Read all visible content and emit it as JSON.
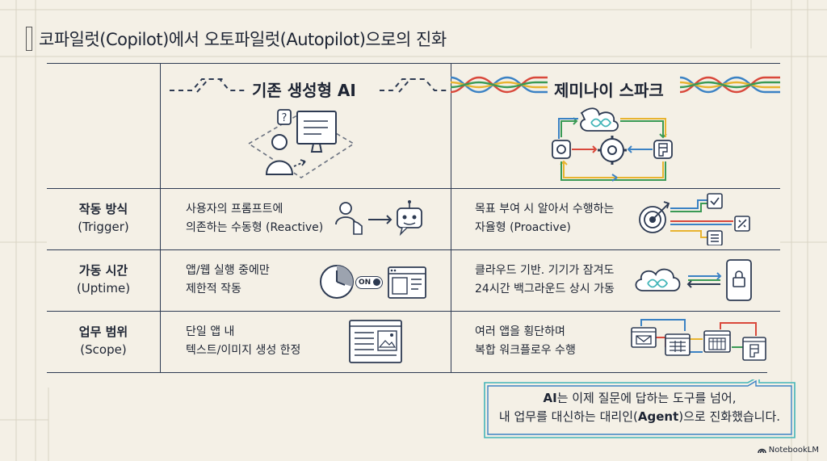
{
  "title": "코파일럿(Copilot)에서 오토파일럿(Autopilot)으로의 진화",
  "columns": {
    "left": "기존 생성형 AI",
    "right": "제미나이 스파크"
  },
  "rows": [
    {
      "label_ko": "작동 방식",
      "label_en": "(Trigger)",
      "left_lines": [
        "사용자의 프롬프트에",
        "의존하는 수동형 (Reactive)"
      ],
      "right_lines": [
        "목표 부여 시 알아서 수행하는",
        "자율형 (Proactive)"
      ]
    },
    {
      "label_ko": "가동 시간",
      "label_en": "(Uptime)",
      "left_lines": [
        "앱/웹 실행 중에만",
        "제한적 작동"
      ],
      "right_lines": [
        "클라우드 기반. 기기가 잠겨도",
        "24시간 백그라운드 상시 가동"
      ]
    },
    {
      "label_ko": "업무 범위",
      "label_en": "(Scope)",
      "left_lines": [
        "단일 앱 내",
        "텍스트/이미지 생성 한정"
      ],
      "right_lines": [
        "여러 앱을 횡단하며",
        "복합 워크플로우 수행"
      ]
    }
  ],
  "toggle_label": "ON",
  "callout": {
    "line1_bold": "AI",
    "line1_rest": "는 이제 질문에 답하는 도구를 넘어,",
    "line2_pre": "내 업무를 대신하는 대리인(",
    "line2_bold": "Agent",
    "line2_post": ")으로 진화했습니다."
  },
  "brand": "NotebookLM",
  "colors": {
    "ink": "#2d3a52",
    "blue": "#3b82c4",
    "red": "#d9483b",
    "yellow": "#e8b430",
    "green": "#3a9a55",
    "teal": "#43b5b8"
  }
}
